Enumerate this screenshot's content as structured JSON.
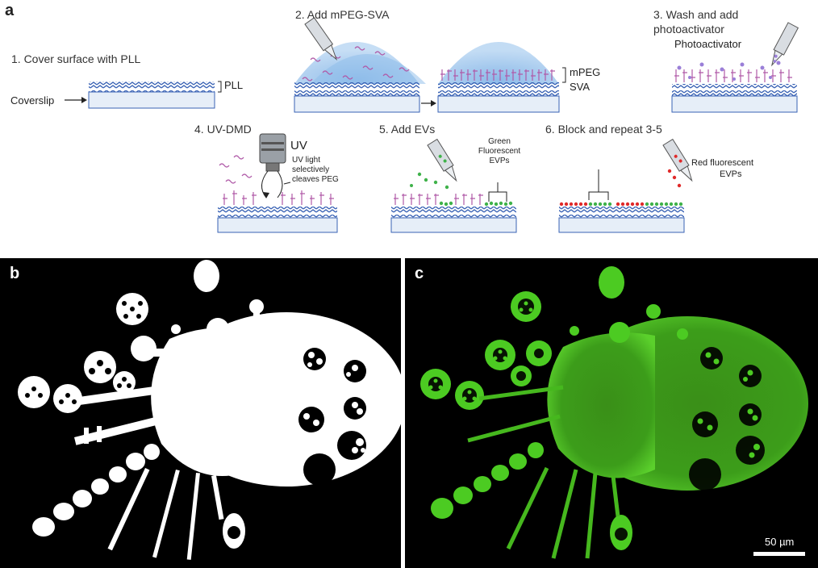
{
  "panels": {
    "a": {
      "letter": "a"
    },
    "b": {
      "letter": "b"
    },
    "c": {
      "letter": "c"
    }
  },
  "steps": {
    "step1": {
      "title": "1. Cover surface with PLL",
      "pll_label": "PLL",
      "coverslip_label": "Coverslip"
    },
    "step2": {
      "title": "2. Add mPEG-SVA",
      "mpeg_label": "mPEG",
      "sva_label": "SVA"
    },
    "step3": {
      "title_line1": "3. Wash and add",
      "title_line2": "photoactivator",
      "photoactivator_label": "Photoactivator"
    },
    "step4": {
      "title": "4. UV-DMD",
      "uv_label": "UV",
      "note_line1": "UV light",
      "note_line2": "selectively",
      "note_line3": "cleaves PEG"
    },
    "step5": {
      "title": "5. Add EVs",
      "green_line1": "Green",
      "green_line2": "Fluorescent",
      "green_line3": "EVPs"
    },
    "step6": {
      "title": "6. Block and repeat 3-5",
      "red_line1": "Red fluorescent",
      "red_line2": "EVPs"
    }
  },
  "scale_bar": {
    "label": "50 µm"
  },
  "colors": {
    "pll": "#3a63b5",
    "coverslip": "#e6eef8",
    "dome": "#9cc3ea",
    "peg": "#b05aa8",
    "green_ev": "#3fb24a",
    "red_ev": "#e02a2a",
    "fluor_green": "#45c01f"
  }
}
